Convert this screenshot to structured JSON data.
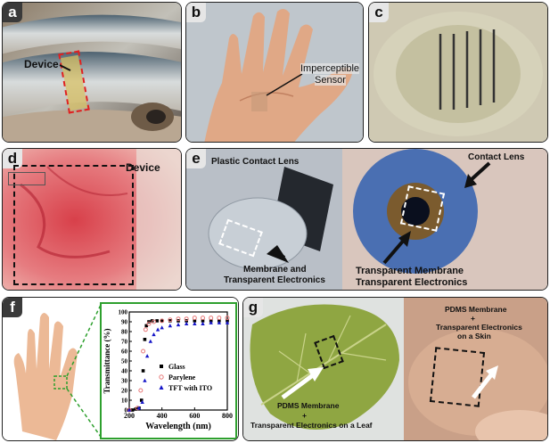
{
  "panels": {
    "a": {
      "label": "a",
      "device_text": "Device"
    },
    "b": {
      "label": "b",
      "sensor_text_1": "Imperceptible",
      "sensor_text_2": "Sensor"
    },
    "c": {
      "label": "c"
    },
    "d": {
      "label": "d",
      "device_text": "Device"
    },
    "e": {
      "label": "e",
      "plastic_lens": "Plastic Contact Lens",
      "membrane_1": "Membrane and",
      "membrane_2": "Transparent Electronics",
      "contact_lens": "Contact Lens",
      "transparent_1": "Transparent Membrane",
      "transparent_2": "Transparent Electronics"
    },
    "f": {
      "label": "f"
    },
    "g": {
      "label": "g",
      "leaf_1": "PDMS Membrane",
      "leaf_2": "+",
      "leaf_3": "Transparent Electronics on a Leaf",
      "skin_1": "PDMS Membrane",
      "skin_2": "+",
      "skin_3": "Transparent Electronics",
      "skin_4": "on a Skin"
    }
  },
  "chart_data": {
    "type": "scatter",
    "xlabel": "Wavelength (nm)",
    "ylabel": "Transmittance (%)",
    "xlim": [
      200,
      800
    ],
    "ylim": [
      0,
      100
    ],
    "xticks": [
      "200",
      "400",
      "600",
      "800"
    ],
    "yticks": [
      "0",
      "10",
      "20",
      "30",
      "40",
      "50",
      "60",
      "70",
      "80",
      "90",
      "100"
    ],
    "legend_position": "right",
    "series": [
      {
        "name": "Glass",
        "marker": "square",
        "color": "#000000",
        "x": [
          200,
          220,
          240,
          260,
          275,
          285,
          295,
          305,
          320,
          340,
          370,
          400,
          450,
          500,
          550,
          600,
          650,
          700,
          750,
          800
        ],
        "y": [
          0,
          0,
          1,
          2,
          10,
          40,
          72,
          86,
          90,
          91,
          91,
          91,
          91,
          91,
          91,
          91,
          91,
          91,
          91,
          91
        ]
      },
      {
        "name": "Parylene",
        "marker": "circle-open",
        "color": "#e87a7a",
        "x": [
          200,
          250,
          270,
          285,
          300,
          320,
          350,
          400,
          450,
          500,
          550,
          600,
          650,
          700,
          750,
          800
        ],
        "y": [
          0,
          2,
          20,
          60,
          82,
          88,
          90,
          91,
          92,
          93,
          93,
          94,
          94,
          94,
          94,
          94
        ]
      },
      {
        "name": "TFT with ITO",
        "marker": "triangle",
        "color": "#1515c8",
        "x": [
          200,
          260,
          280,
          295,
          310,
          330,
          350,
          375,
          400,
          450,
          500,
          550,
          600,
          650,
          700,
          750,
          800
        ],
        "y": [
          0,
          2,
          8,
          30,
          55,
          70,
          77,
          82,
          84,
          86,
          87,
          88,
          88,
          88,
          89,
          89,
          89
        ]
      }
    ]
  }
}
